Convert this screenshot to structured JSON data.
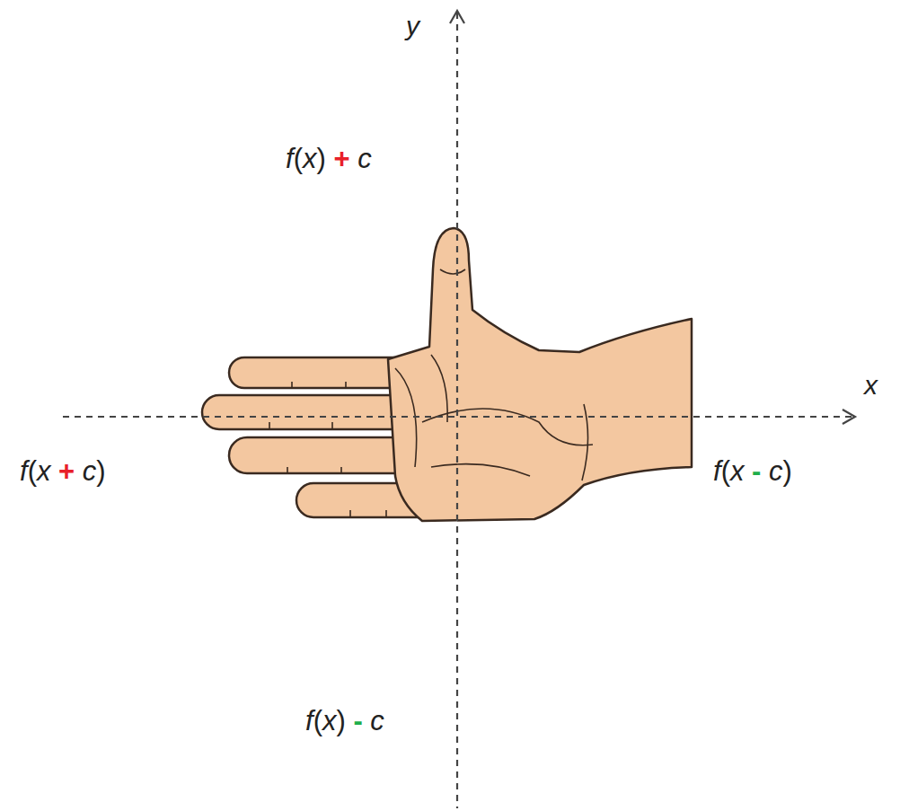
{
  "diagram": {
    "labels": [
      "y",
      "f(x) + c",
      "x",
      "f(x + c)",
      "f(x - c)",
      "f(x) - c"
    ]
  }
}
